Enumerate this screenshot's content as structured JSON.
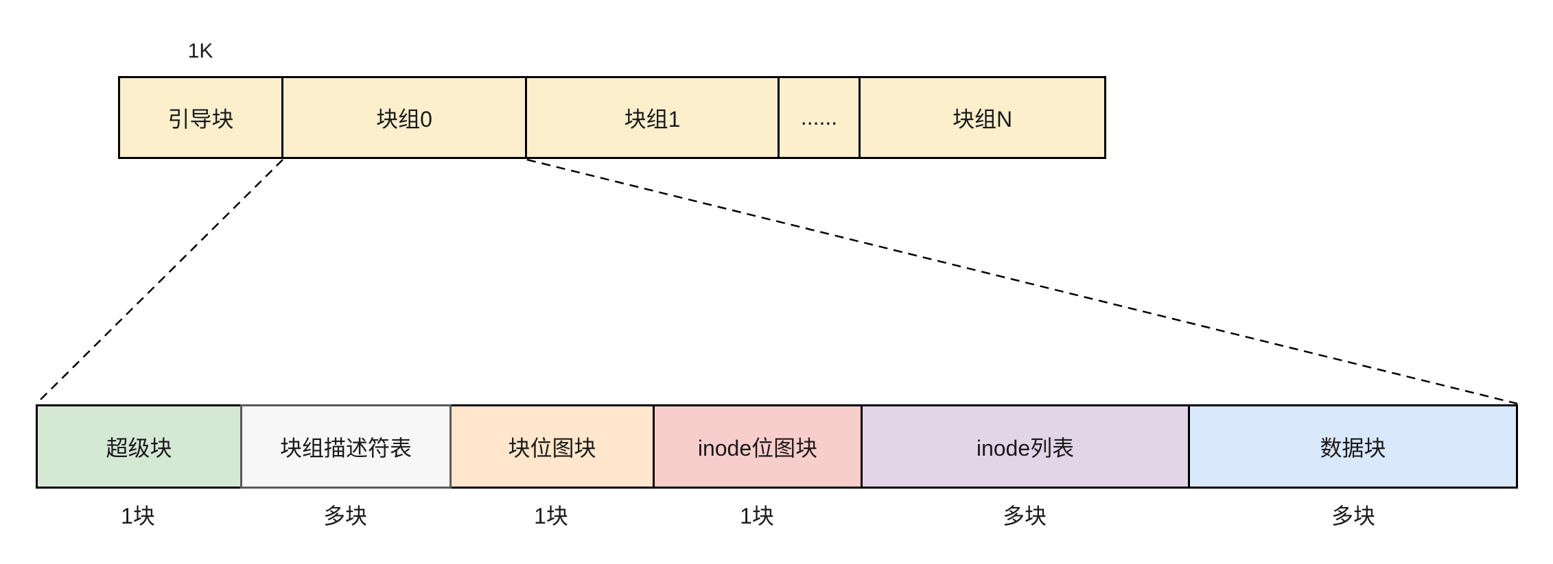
{
  "diagram": {
    "size_label": "1K",
    "disk_bar": {
      "fill": "#FBEFCC",
      "border": "#000000",
      "segments": [
        {
          "label": "引导块"
        },
        {
          "label": "块组0"
        },
        {
          "label": "块组1"
        },
        {
          "label": "......"
        },
        {
          "label": "块组N"
        }
      ]
    },
    "block_group_bar": {
      "segments": [
        {
          "label": "超级块",
          "count": "1块",
          "fill": "#D5E8D4",
          "border": "#000000"
        },
        {
          "label": "块组描述符表",
          "count": "多块",
          "fill": "#F7F7F7",
          "border": "#595959"
        },
        {
          "label": "块位图块",
          "count": "1块",
          "fill": "#FFE6CC",
          "border": "#000000"
        },
        {
          "label": "inode位图块",
          "count": "1块",
          "fill": "#F8CECC",
          "border": "#000000"
        },
        {
          "label": "inode列表",
          "count": "多块",
          "fill": "#E1D5E7",
          "border": "#000000"
        },
        {
          "label": "数据块",
          "count": "多块",
          "fill": "#DAE8FC",
          "border": "#000000"
        }
      ]
    },
    "connector_color": "#000000",
    "text_color": "#1A1A1A"
  }
}
